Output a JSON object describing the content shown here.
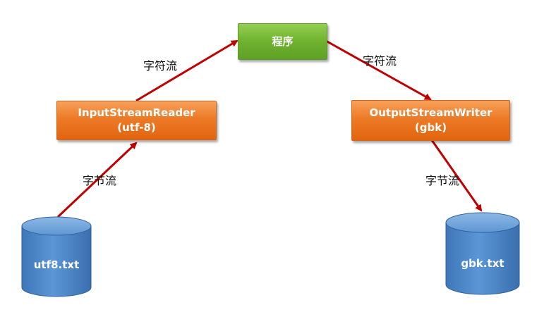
{
  "program_box": {
    "label": "程序",
    "color": "#6fb22e"
  },
  "reader_box": {
    "line1": "InputStreamReader",
    "line2": "(utf-8)",
    "color": "#ec7a26"
  },
  "writer_box": {
    "line1": "OutputStreamWriter",
    "line2": "(gbk)",
    "color": "#ec7a26"
  },
  "source_file": {
    "label": "utf8.txt",
    "color": "#4f87c6"
  },
  "target_file": {
    "label": "gbk.txt",
    "color": "#4f87c6"
  },
  "edges": {
    "reader_to_program": "字符流",
    "program_to_writer": "字符流",
    "file_to_reader": "字节流",
    "writer_to_file": "字节流",
    "arrow_color": "#c00000"
  }
}
